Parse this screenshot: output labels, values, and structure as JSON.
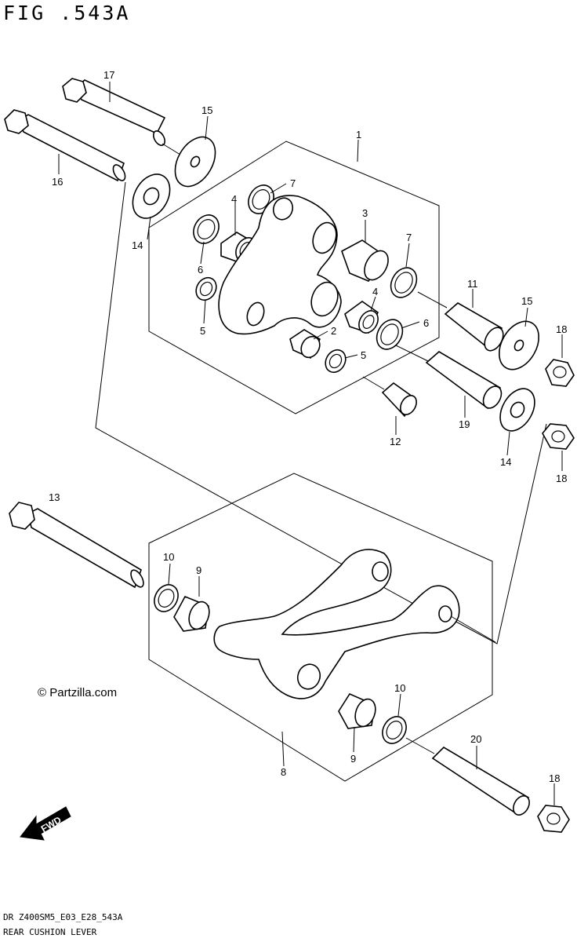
{
  "figure": {
    "title": "FIG .543A",
    "code": "DR Z400SM5_E03_E28_543A",
    "caption": "REAR CUSHION LEVER",
    "watermark": "© Partzilla.com",
    "fwd_label": "FWD"
  },
  "callouts": [
    {
      "id": "c17",
      "label": "17"
    },
    {
      "id": "c15a",
      "label": "15"
    },
    {
      "id": "c1",
      "label": "1"
    },
    {
      "id": "c16",
      "label": "16"
    },
    {
      "id": "c7a",
      "label": "7"
    },
    {
      "id": "c4a",
      "label": "4"
    },
    {
      "id": "c3",
      "label": "3"
    },
    {
      "id": "c14a",
      "label": "14"
    },
    {
      "id": "c7b",
      "label": "7"
    },
    {
      "id": "c6a",
      "label": "6"
    },
    {
      "id": "c11",
      "label": "11"
    },
    {
      "id": "c15b",
      "label": "15"
    },
    {
      "id": "c4b",
      "label": "4"
    },
    {
      "id": "c5a",
      "label": "5"
    },
    {
      "id": "c2",
      "label": "2"
    },
    {
      "id": "c6b",
      "label": "6"
    },
    {
      "id": "c18a",
      "label": "18"
    },
    {
      "id": "c5b",
      "label": "5"
    },
    {
      "id": "c19",
      "label": "19"
    },
    {
      "id": "c12",
      "label": "12"
    },
    {
      "id": "c14b",
      "label": "14"
    },
    {
      "id": "c18b",
      "label": "18"
    },
    {
      "id": "c13",
      "label": "13"
    },
    {
      "id": "c10a",
      "label": "10"
    },
    {
      "id": "c9a",
      "label": "9"
    },
    {
      "id": "c10b",
      "label": "10"
    },
    {
      "id": "c9b",
      "label": "9"
    },
    {
      "id": "c20",
      "label": "20"
    },
    {
      "id": "c8",
      "label": "8"
    },
    {
      "id": "c18c",
      "label": "18"
    }
  ]
}
